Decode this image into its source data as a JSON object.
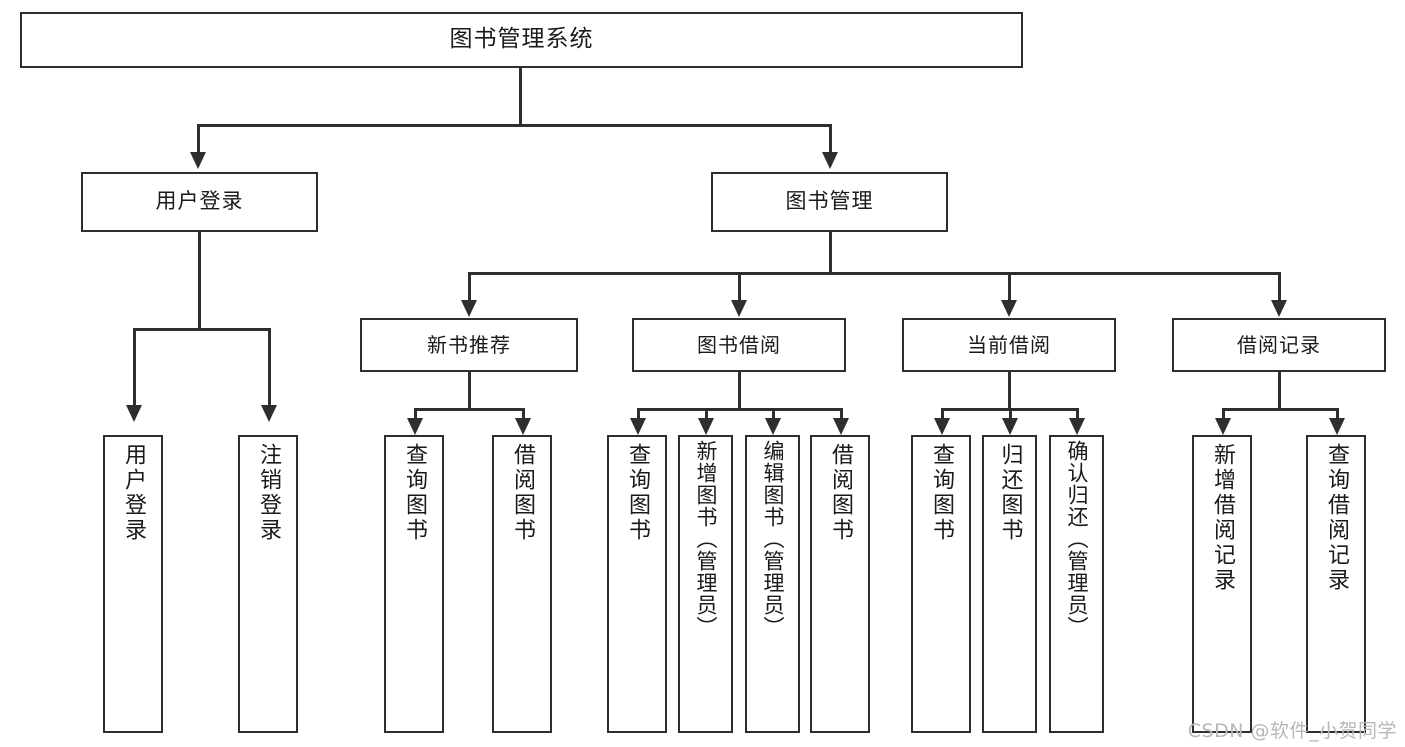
{
  "diagram": {
    "type": "tree-hierarchy",
    "title": "图书管理系统",
    "orientation": "top-down",
    "colors": {
      "background": "#ffffff",
      "box_border": "#2e2e2e",
      "box_fill": "#ffffff",
      "text": "#1a1a1a",
      "connector": "#2e2e2e",
      "watermark": "#b8b8b8"
    },
    "root": {
      "label": "图书管理系统"
    },
    "level2": [
      {
        "label": "用户登录"
      },
      {
        "label": "图书管理"
      }
    ],
    "level3": [
      {
        "label": "新书推荐"
      },
      {
        "label": "图书借阅"
      },
      {
        "label": "当前借阅"
      },
      {
        "label": "借阅记录"
      }
    ],
    "leaves": {
      "user_login": [
        {
          "label": "用户登录"
        },
        {
          "label": "注销登录"
        }
      ],
      "new_book_recommend": [
        {
          "label": "查询图书"
        },
        {
          "label": "借阅图书"
        }
      ],
      "book_borrow": [
        {
          "label": "查询图书"
        },
        {
          "label": "新增图书（管理员）"
        },
        {
          "label": "编辑图书（管理员）"
        },
        {
          "label": "借阅图书"
        }
      ],
      "current_borrow": [
        {
          "label": "查询图书"
        },
        {
          "label": "归还图书"
        },
        {
          "label": "确认归还（管理员）"
        }
      ],
      "borrow_record": [
        {
          "label": "新增借阅记录"
        },
        {
          "label": "查询借阅记录"
        }
      ]
    }
  },
  "watermark": {
    "text": "CSDN @软件_小贺同学"
  }
}
